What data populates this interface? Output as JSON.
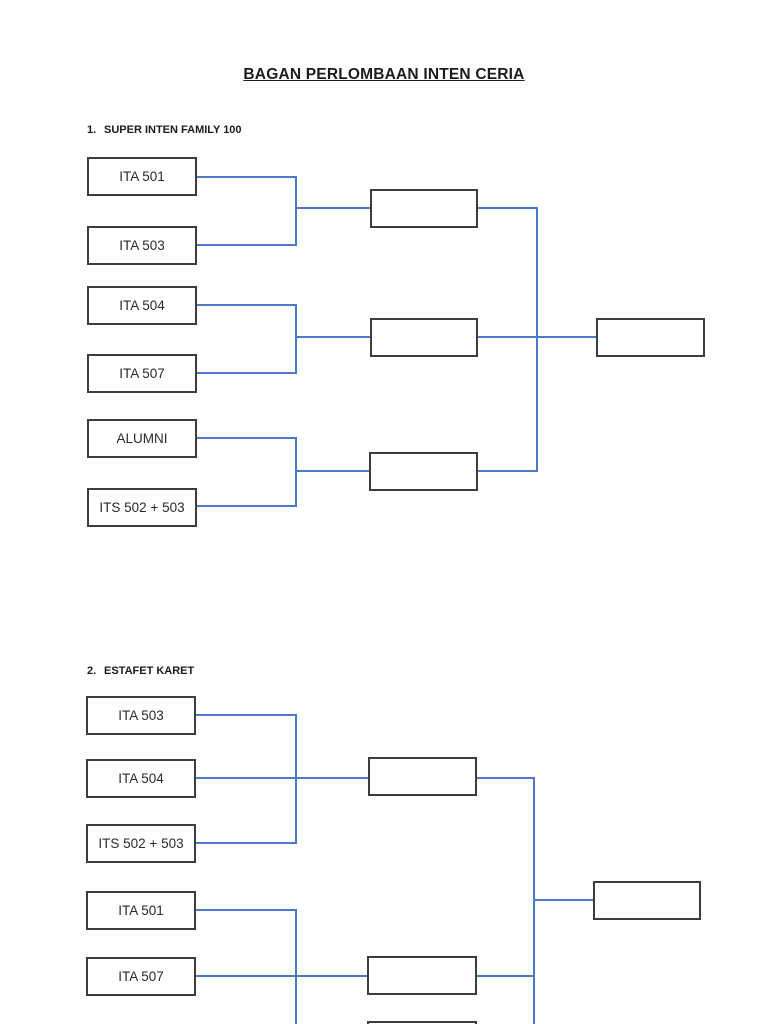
{
  "document": {
    "title": "BAGAN PERLOMBAAN INTEN CERIA"
  },
  "colors": {
    "page_background": "#FFFFFF",
    "bracket_line": "#4C79C9",
    "box_border": "#3D3D3D",
    "text": "#212121"
  },
  "sections": [
    {
      "number": "1.",
      "heading": "SUPER INTEN FAMILY 100",
      "teams": [
        "ITA 501",
        "ITA 503",
        "ITA 504",
        "ITA 507",
        "ALUMNI",
        "ITS 502 + 503"
      ],
      "semifinal_slots": [
        "",
        "",
        ""
      ],
      "final_slot": ""
    },
    {
      "number": "2.",
      "heading": "ESTAFET KARET",
      "teams": [
        "ITA 503",
        "ITA 504",
        "ITS 502 + 503",
        "ITA 501",
        "ITA 507"
      ],
      "semifinal_slots": [
        "",
        ""
      ],
      "final_slot": "",
      "partial_slot": ""
    }
  ]
}
